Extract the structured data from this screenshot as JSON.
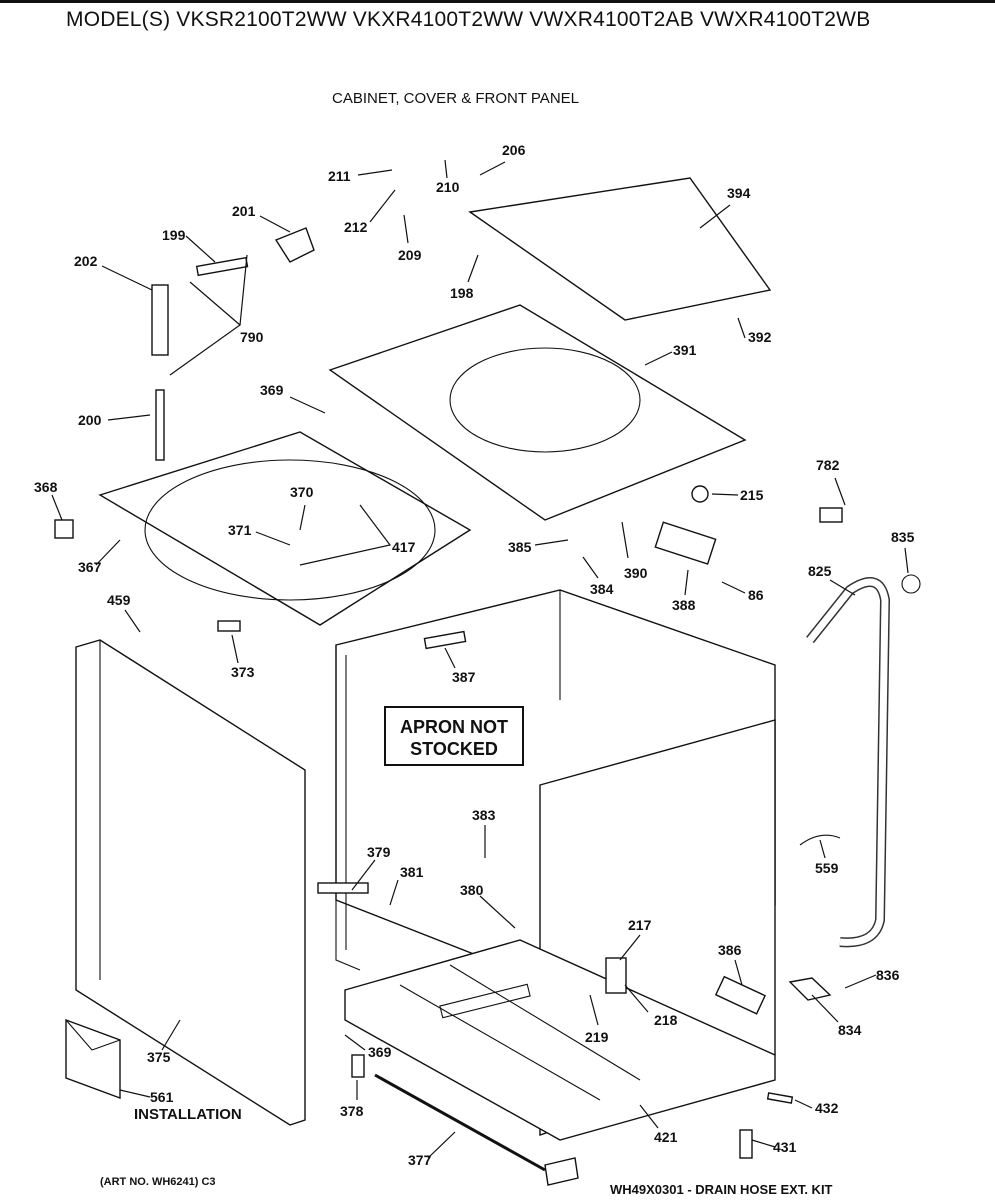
{
  "header": {
    "title": "MODEL(S) VKSR2100T2WW  VKXR4100T2WW  VWXR4100T2AB  VWXR4100T2WB",
    "subtitle": "CABINET, COVER & FRONT PANEL"
  },
  "apron_note": {
    "line1": "APRON NOT",
    "line2": "STOCKED"
  },
  "installation_label": "INSTALLATION",
  "footer": {
    "art_no": "(ART NO. WH6241) C3",
    "kit": "WH49X0301 - DRAIN HOSE EXT. KIT"
  },
  "callouts": [
    "211",
    "206",
    "210",
    "212",
    "209",
    "394",
    "201",
    "199",
    "202",
    "198",
    "392",
    "790",
    "391",
    "369",
    "200",
    "782",
    "215",
    "368",
    "370",
    "371",
    "417",
    "835",
    "385",
    "390",
    "367",
    "384",
    "825",
    "388",
    "86",
    "459",
    "387",
    "373",
    "383",
    "379",
    "381",
    "380",
    "559",
    "217",
    "386",
    "836",
    "218",
    "219",
    "834",
    "375",
    "369",
    "561",
    "378",
    "432",
    "421",
    "431",
    "377"
  ]
}
